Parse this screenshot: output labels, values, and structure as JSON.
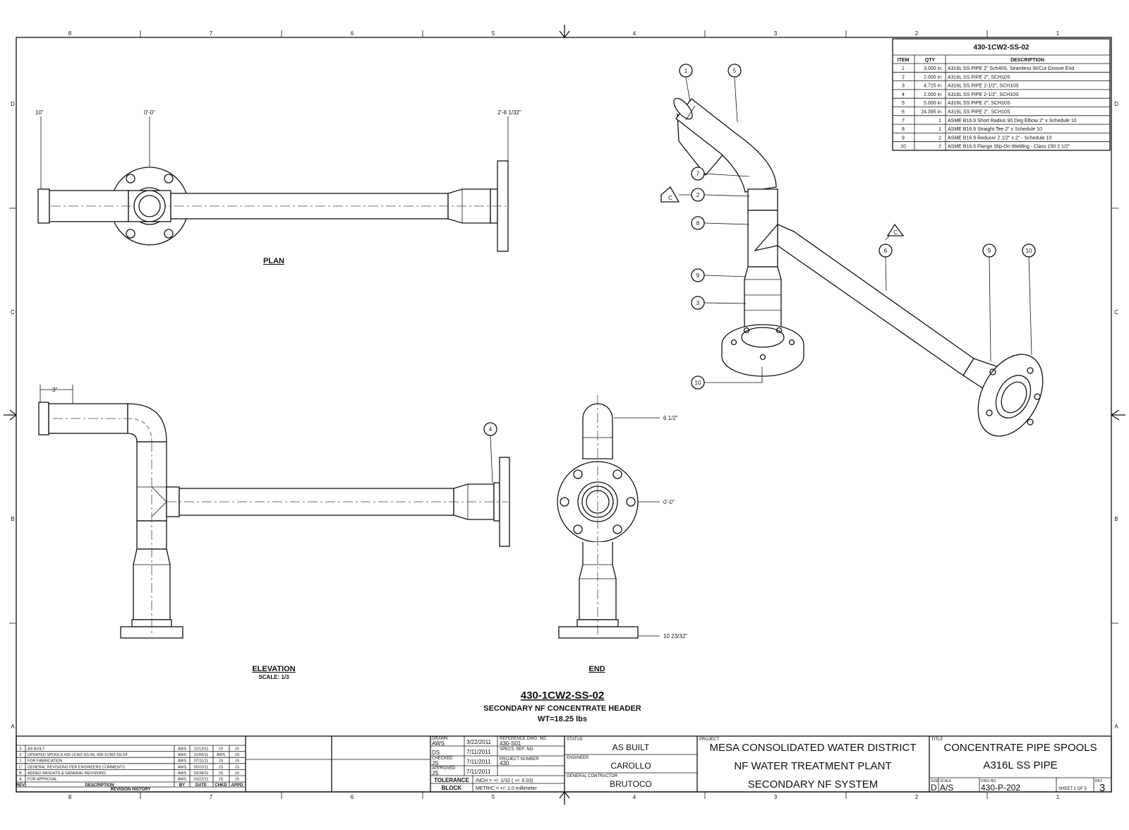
{
  "drawing_title": {
    "number": "430-1CW2-SS-02",
    "name": "SECONDARY NF CONCENTRATE HEADER",
    "weight": "WT=18.25 lbs"
  },
  "views": {
    "plan": {
      "label": "PLAN",
      "dim_left": "10\"",
      "dim_mid": "0'-0\"",
      "dim_right": "2'-8 1/32\""
    },
    "elevation": {
      "label": "ELEVATION",
      "scale": "SCALE: 1/3",
      "dim_top": "3\""
    },
    "end": {
      "label": "END",
      "dim_top": "6 1/2\"",
      "dim_mid": "0'-0\"",
      "dim_bottom": "10 23/32\""
    }
  },
  "bom": {
    "title": "430-1CW2-SS-02",
    "headers": [
      "ITEM",
      "QTY",
      "DESCRIPTION"
    ],
    "rows": [
      [
        "1",
        "3.000 in",
        "A316L SS PIPE 2\" Sch40S, Seamless W/Cut Groove End"
      ],
      [
        "2",
        "2.000 in",
        "A316L SS PIPE 2\", SCH10S"
      ],
      [
        "3",
        "4.725 in",
        "A316L SS PIPE 2-1/2\", SCH10S"
      ],
      [
        "4",
        "2.000 in",
        "A316L SS PIPE 2-1/2\", SCH10S"
      ],
      [
        "5",
        "5.000 in",
        "A316L SS PIPE 2\", SCH10S"
      ],
      [
        "6",
        "24.395 in",
        "A316L SS PIPE 2\", SCH10S"
      ],
      [
        "7",
        "1",
        "ASME B16.9 Short Radius 90 Deg Elbow 2\" x Schedule 10"
      ],
      [
        "8",
        "1",
        "ASME B16.9 Straight Tee 2\" x Schedule 10"
      ],
      [
        "9",
        "2",
        "ASME B16.9 Reducer 2 1/2\" x 2\" - Schedule 10"
      ],
      [
        "10",
        "2",
        "ASME B16.5 Flange Slip-On Welding - Class 150 2 1/2\""
      ]
    ]
  },
  "balloons": [
    "1",
    "5",
    "7",
    "2",
    "8",
    "9",
    "3",
    "10",
    "6",
    "9",
    "10",
    "4"
  ],
  "revision_tag": "C",
  "border": {
    "columns": [
      "8",
      "7",
      "6",
      "5",
      "4",
      "3",
      "2",
      "1"
    ],
    "rows": [
      "D",
      "C",
      "B",
      "A"
    ]
  },
  "revision_history": {
    "title": "REVISION HISTORY",
    "headers": [
      "REV",
      "DESCRIPTION",
      "BY",
      "DATE",
      "CHKD",
      "APPD"
    ],
    "rows": [
      [
        "3",
        "AS BUILT",
        "AWS",
        "12/13/11",
        "JS",
        "JS"
      ],
      [
        "2",
        "UPDATED SPOOLS 430-1CW2-SS-09, 430-1CW2-SS-04",
        "AWS",
        "11/09/11",
        "AWS",
        "JS"
      ],
      [
        "1",
        "FOR FABRICATION",
        "AWS",
        "07/11/11",
        "JS",
        "JS"
      ],
      [
        "C",
        "GENERAL REVISIONS PER ENGINEERS COMMENTS",
        "AWS",
        "05/10/11",
        "JS",
        "JS"
      ],
      [
        "B",
        "ADDED WEIGHTS & GENERAL REVISIONS",
        "AWS",
        "03/28/11",
        "JS",
        "JS"
      ],
      [
        "A",
        "FOR APPROVAL",
        "AWS",
        "03/22/11",
        "JS",
        "JS"
      ]
    ]
  },
  "title_block": {
    "drawn_label": "DRAWN",
    "drawn_value": "AWS",
    "drawn_date": "3/22/2011",
    "ds_label": "DS",
    "ds_date": "7/11/2011",
    "checked_label": "CHECKED",
    "checked_value": "JS",
    "checked_date": "7/11/2011",
    "approved_label": "APPROVED",
    "approved_value": "JS",
    "approved_date": "7/11/2011",
    "dwg_no_label": "REFERENCE DWG. NO.",
    "dwg_no_value": "430-S01",
    "spec_ref_label": "SPECS. REF. NO.",
    "project_no_label": "PROJECT NUMBER",
    "project_no_value": "430",
    "tolerance_label_1": "TOLERANCE",
    "tolerance_label_2": "BLOCK",
    "tolerance_inch": "INCH = +/- 1/32 ( +/- 0.03)",
    "tolerance_metric": "METRIC = +/- 1.0 millimeter",
    "status_label": "STATUS",
    "status_value": "AS BUILT",
    "engineer_label": "ENGINEER",
    "engineer_value": "CAROLLO",
    "contractor_label": "GENERAL CONTRACTOR",
    "contractor_value": "BRUTOCO",
    "project_label": "PROJECT",
    "project_line1": "MESA CONSOLIDATED WATER DISTRICT",
    "project_line2": "NF WATER TREATMENT PLANT",
    "project_line3": "SECONDARY NF SYSTEM",
    "title_label": "TITLE",
    "title_line1": "CONCENTRATE PIPE SPOOLS",
    "title_line2": "A316L SS PIPE",
    "size_label": "SIZE",
    "size_value": "D",
    "scale_label": "SCALE",
    "scale_value": "A/S",
    "dwg_label": "DWG NO.",
    "dwg_value": "430-P-202",
    "sheet_text": "SHEET 2 OF 5",
    "rev_label": "REV",
    "rev_value": "3"
  }
}
